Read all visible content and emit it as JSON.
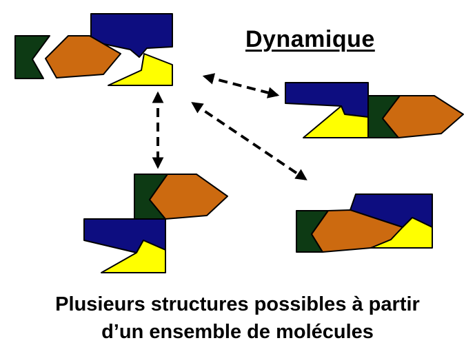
{
  "title": "Dynamique",
  "caption": {
    "line1": "Plusieurs structures possibles à partir",
    "line2": "d’un ensemble de molécules"
  },
  "colors": {
    "navy": "#0d0d80",
    "dark_green": "#0d3a14",
    "orange": "#cc6a10",
    "yellow": "#ffff00",
    "outline": "#000000"
  },
  "arrows": {
    "style": "dashed",
    "direction": "bidirectional",
    "count": 3
  }
}
